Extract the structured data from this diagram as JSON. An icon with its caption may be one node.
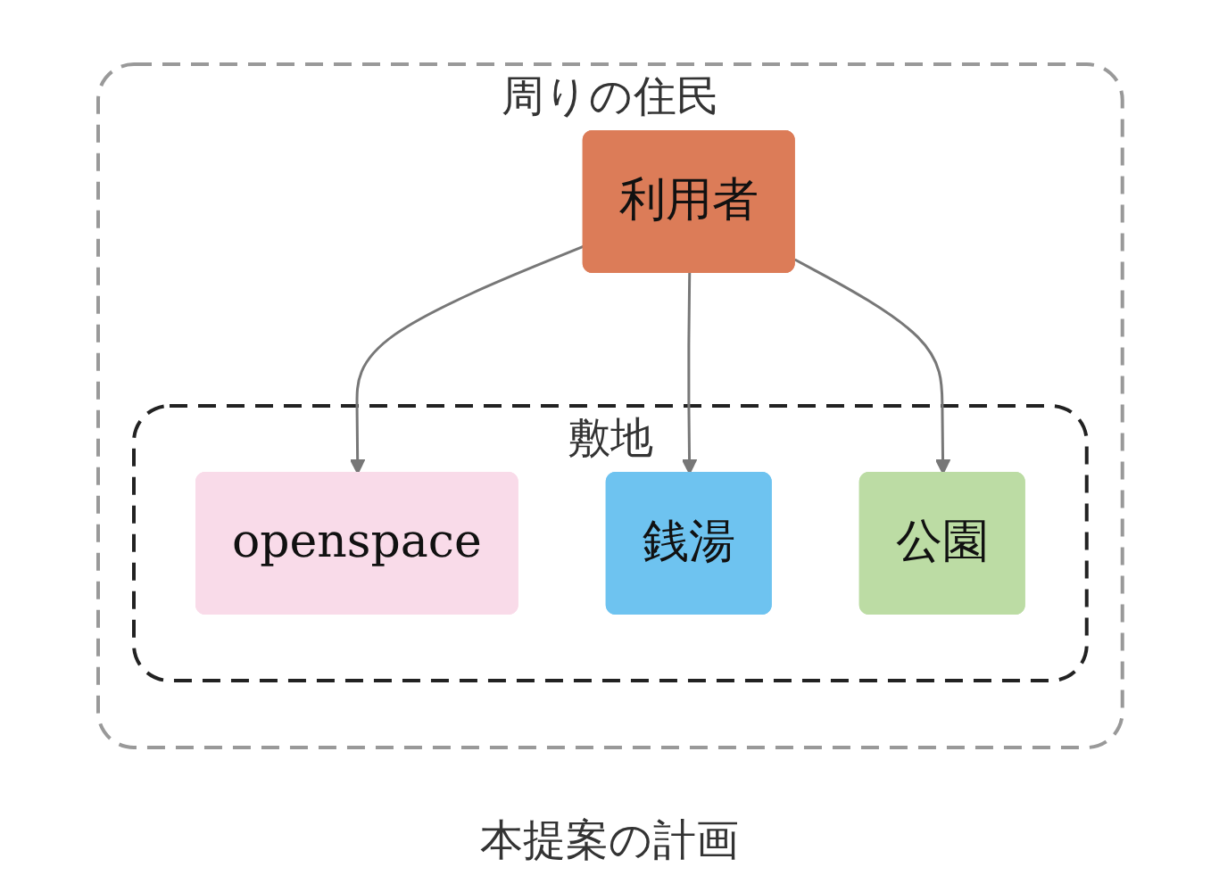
{
  "diagram": {
    "caption": "本提案の計画",
    "nodes": [
      {
        "text": [
          "周りの住民"
        ]
      },
      {
        "text": [
          "敷地"
        ],
        "in": 0
      },
      {
        "text": [
          "openspace"
        ],
        "in": 1
      },
      {
        "text": [
          "銭湯"
        ],
        "in": 1
      },
      {
        "text": [
          "公園"
        ],
        "in": 1
      },
      {
        "text": [
          "利用者"
        ],
        "in": 0
      }
    ],
    "edges": [
      {
        "from": 5,
        "to": 2,
        "arrow": "to"
      },
      {
        "from": 5,
        "to": 3,
        "arrow": "to"
      },
      {
        "from": 5,
        "to": 4,
        "arrow": "to"
      }
    ]
  }
}
